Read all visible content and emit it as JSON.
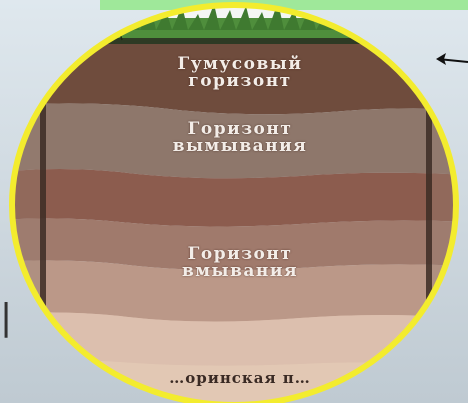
{
  "layers": [
    {
      "line1": "Гумусовый",
      "line2": "горизонт"
    },
    {
      "line1": "Горизонт",
      "line2": "вымывания"
    },
    {
      "line1": "Горизонт",
      "line2": "вмывания"
    },
    {
      "line1": "…оринская п…",
      "line2": ""
    }
  ],
  "colors": {
    "grass": "#4a8a38",
    "humus": "#6e4b3c",
    "eluvial": "#8c7468",
    "illuvial_dark": "#8a5a4c",
    "illuvial_light": "#b08c7c",
    "parent_rock": "#d6b8a6",
    "frame": "#f2ea30"
  },
  "side_glyph": "|"
}
